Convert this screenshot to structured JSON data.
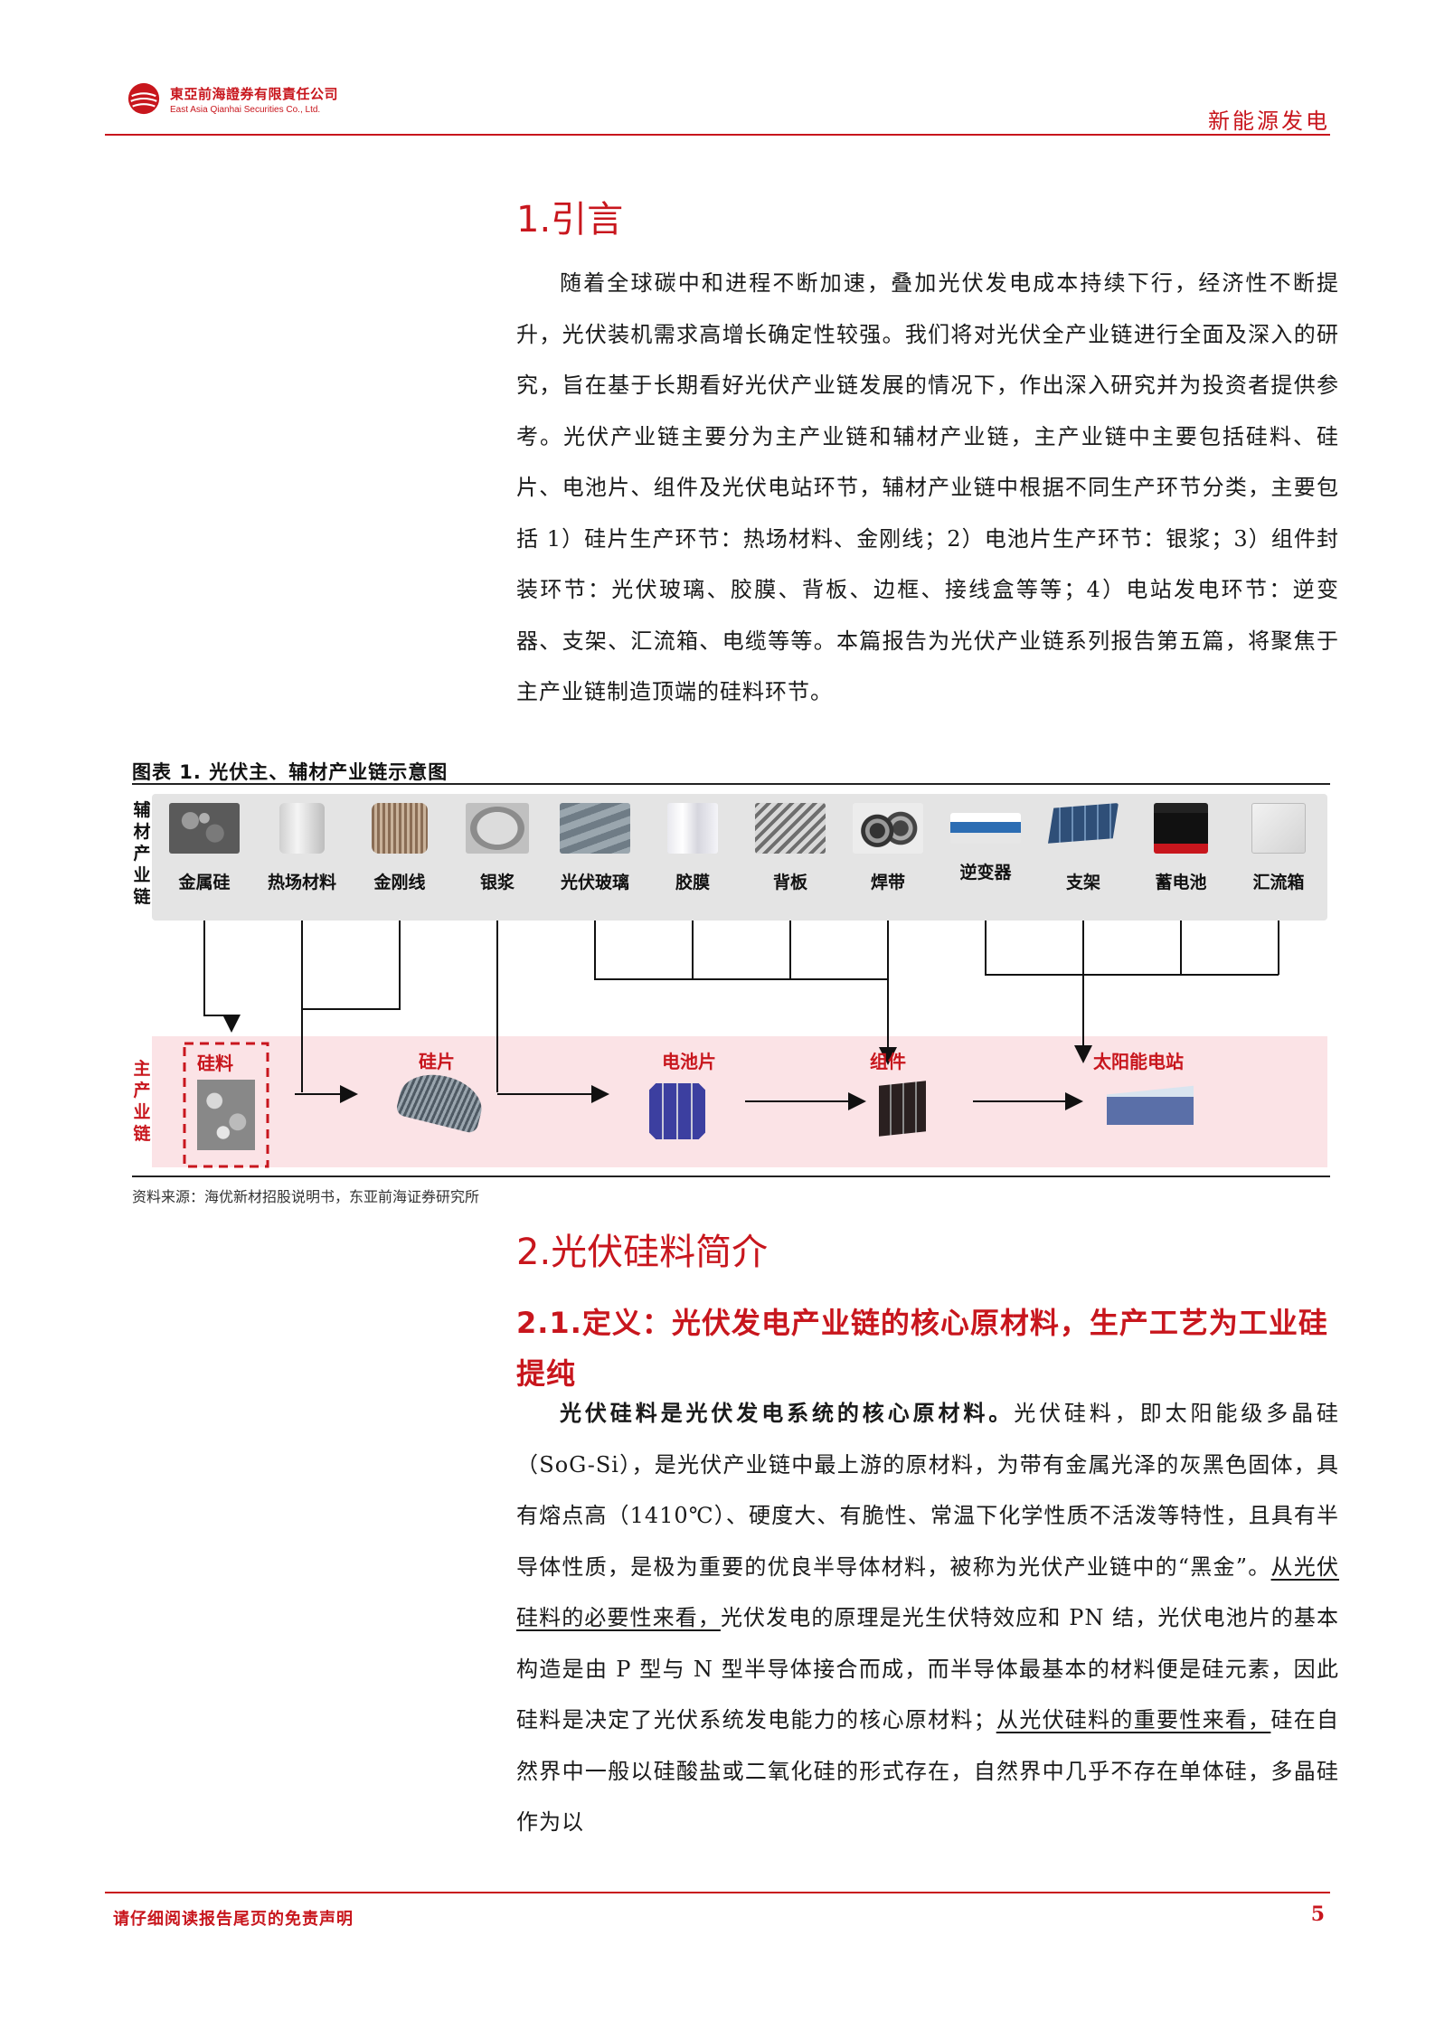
{
  "header": {
    "company_cn": "東亞前海證券有限責任公司",
    "company_en": "East Asia Qianhai Securities Co., Ltd.",
    "section": "新能源发电"
  },
  "section1": {
    "heading": "1.引言",
    "paragraph": "随着全球碳中和进程不断加速，叠加光伏发电成本持续下行，经济性不断提升，光伏装机需求高增长确定性较强。我们将对光伏全产业链进行全面及深入的研究，旨在基于长期看好光伏产业链发展的情况下，作出深入研究并为投资者提供参考。光伏产业链主要分为主产业链和辅材产业链，主产业链中主要包括硅料、硅片、电池片、组件及光伏电站环节，辅材产业链中根据不同生产环节分类，主要包括 1）硅片生产环节：热场材料、金刚线；2）电池片生产环节：银浆；3）组件封装环节：光伏玻璃、胶膜、背板、边框、接线盒等等；4）电站发电环节：逆变器、支架、汇流箱、电缆等等。本篇报告为光伏产业链系列报告第五篇，将聚焦于主产业链制造顶端的硅料环节。"
  },
  "figure": {
    "caption": "图表 1.   光伏主、辅材产业链示意图",
    "aux_side_label": "辅材产业链",
    "main_side_label": "主产业链",
    "aux_items": [
      "金属硅",
      "热场材料",
      "金刚线",
      "银浆",
      "光伏玻璃",
      "胶膜",
      "背板",
      "焊带",
      "逆变器",
      "支架",
      "蓄电池",
      "汇流箱"
    ],
    "main_items": [
      "硅料",
      "硅片",
      "电池片",
      "组件",
      "太阳能电站"
    ],
    "source": "资料来源：海优新材招股说明书，东亚前海证券研究所"
  },
  "section2": {
    "heading": "2.光伏硅料简介",
    "subheading": "2.1.定义：光伏发电产业链的核心原材料，生产工艺为工业硅提纯",
    "lead_bold": "光伏硅料是光伏发电系统的核心原材料。",
    "text_a": "光伏硅料，即太阳能级多晶硅（SoG-Si），是光伏产业链中最上游的原材料，为带有金属光泽的灰黑色固体，具有熔点高（1410℃）、硬度大、有脆性、常温下化学性质不活泼等特性，且具有半导体性质，是极为重要的优良半导体材料，被称为光伏产业链中的“黑金”。",
    "underline_1": "从光伏硅料的必要性来看，",
    "text_b": "光伏发电的原理是光生伏特效应和 PN 结，光伏电池片的基本构造是由 P 型与 N 型半导体接合而成，而半导体最基本的材料便是硅元素，因此硅料是决定了光伏系统发电能力的核心原材料；",
    "underline_2": "从光伏硅料的重要性来看，",
    "text_c": "硅在自然界中一般以硅酸盐或二氧化硅的形式存在，自然界中几乎不存在单体硅，多晶硅作为以"
  },
  "footer": {
    "disclaimer": "请仔细阅读报告尾页的免责声明",
    "page": "5"
  },
  "colors": {
    "brand": "#c8161d",
    "aux_band": "#e4e4e4",
    "main_band": "#fbe3e6"
  }
}
